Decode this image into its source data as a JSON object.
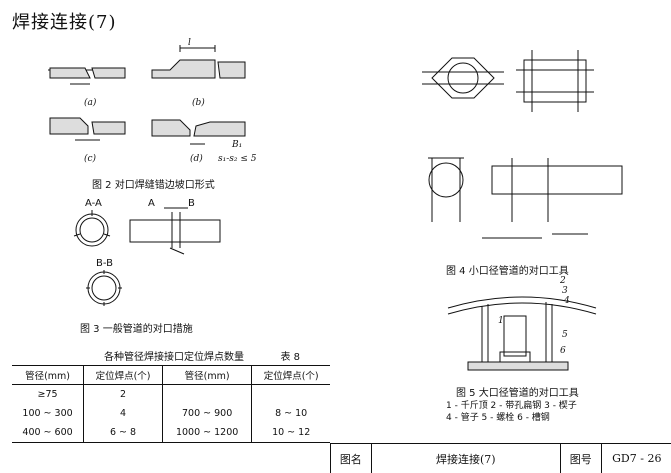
{
  "title": "焊接连接(7)",
  "fig2": {
    "caption": "图 2  对口焊缝错边坡口形式",
    "labels": [
      "(a)",
      "(b)",
      "(c)",
      "(d)"
    ],
    "dim_l": "l",
    "dim_b1": "B₁",
    "condition": "s₁-s₂ ≤ 5"
  },
  "fig3": {
    "caption": "图 3  一般管道的对口措施",
    "section_aa": "A-A",
    "section_bb": "B-B",
    "marker_a": "A",
    "marker_b": "B"
  },
  "fig4": {
    "caption": "图 4  小口径管道的对口工具"
  },
  "fig5": {
    "caption": "图 5  大口径管道的对口工具",
    "legend_line1": "1 - 千斤顶  2 - 带孔扁钢  3 - 楔子",
    "legend_line2": "4 - 管子  5 - 螺栓  6 - 槽钢",
    "callouts": [
      "1",
      "2",
      "3",
      "4",
      "5",
      "6"
    ]
  },
  "table": {
    "title": "各种管径焊接接口定位焊点数量",
    "table_no": "表 8",
    "headers": [
      "管径(mm)",
      "定位焊点(个)",
      "管径(mm)",
      "定位焊点(个)"
    ],
    "rows": [
      [
        "≥75",
        "2",
        "",
        ""
      ],
      [
        "100 ~ 300",
        "4",
        "700 ~ 900",
        "8 ~ 10"
      ],
      [
        "400 ~ 600",
        "6 ~ 8",
        "1000 ~ 1200",
        "10 ~ 12"
      ]
    ]
  },
  "footer": {
    "label_name": "图名",
    "name": "焊接连接(7)",
    "label_no": "图号",
    "no": "GD7 - 26"
  }
}
